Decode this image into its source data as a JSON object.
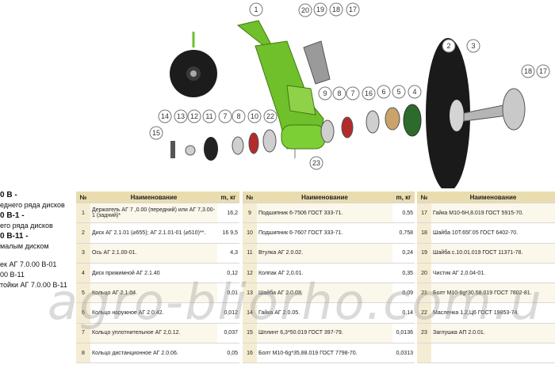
{
  "left_labels": [
    "0 В -",
    "еднего ряда дисков",
    "0 В-1 -",
    "его ряда дисков",
    "0 В-11 -",
    "малым диском",
    "ек АГ 7.0.00 В-01",
    "00 В-11",
    "тойки АГ 7.0.00 В-11"
  ],
  "table_headers": {
    "num": "№",
    "name": "Наименование",
    "mass": "m, кг"
  },
  "parts_col1": [
    {
      "num": "1",
      "name": "Держатель АГ 7 ,0.00 (передний) или АГ 7,3.00-1 (задний)*",
      "mass": "16,2"
    },
    {
      "num": "2",
      "name": "Диск АГ 2.1.01 (⌀655); АГ 2.1.01-01 (⌀510)**.",
      "mass": "16 9,5"
    },
    {
      "num": "3",
      "name": "Ось АГ 2.1.00-01.",
      "mass": "4,3"
    },
    {
      "num": "4",
      "name": "Диск прижимной АГ 2.1.40",
      "mass": "0,12"
    },
    {
      "num": "5",
      "name": "Кольцо АГ 2,1.04.",
      "mass": "0,01"
    },
    {
      "num": "6",
      "name": "Кольцо наружное АГ 2.0.42.",
      "mass": "0,012"
    },
    {
      "num": "7",
      "name": "Кольцо уплотнительное АГ 2,0.12.",
      "mass": "0,037"
    },
    {
      "num": "8",
      "name": "Кольцо дистанционное АГ 2.0.06.",
      "mass": "0,05"
    }
  ],
  "parts_col2": [
    {
      "num": "9",
      "name": "Подшипник 6-7506 ГОСТ 333-71.",
      "mass": "0,55"
    },
    {
      "num": "10",
      "name": "Подшипник 6-7607 ГОСТ 333-71.",
      "mass": "0,758"
    },
    {
      "num": "11",
      "name": "Втулка АГ 2.0.02.",
      "mass": "0,24"
    },
    {
      "num": "12",
      "name": "Колпак АГ 2,0.01.",
      "mass": "0,35"
    },
    {
      "num": "13",
      "name": "Шайба АГ 2.0.03.",
      "mass": "0,09"
    },
    {
      "num": "14",
      "name": "Гайка АГ 2.0.05.",
      "mass": "0,14"
    },
    {
      "num": "15",
      "name": "Шплинт 6,3*50.019 ГОСТ 397-79.",
      "mass": "0,0136"
    },
    {
      "num": "16",
      "name": "Болт М10-6g*35,88.019 ГОСТ 7798-70.",
      "mass": "0,0313"
    }
  ],
  "parts_col3": [
    {
      "num": "17",
      "name": "Гайка М10-6Н,8.019 ГОСТ 5915-70."
    },
    {
      "num": "18",
      "name": "Шайба 10Т.65Г.05 ГОСТ 6402-70."
    },
    {
      "num": "19",
      "name": "Шайба с.10.01.019 ГОСТ 11371-78."
    },
    {
      "num": "20",
      "name": "Чистик АГ 2,0.04-01."
    },
    {
      "num": "21",
      "name": "Болт М10-6g*30.58.019 ГОСТ 7802-81."
    },
    {
      "num": "22",
      "name": "Масленка 1,2,Ц6 ГОСТ 19853-74."
    },
    {
      "num": "23",
      "name": "Заглушка АП 2.0.01."
    },
    {
      "num": "",
      "name": ""
    }
  ],
  "callouts": [
    "1",
    "20",
    "19",
    "18",
    "17",
    "2",
    "3",
    "18",
    "17",
    "14",
    "13",
    "12",
    "11",
    "7",
    "8",
    "10",
    "22",
    "9",
    "8",
    "7",
    "16",
    "6",
    "5",
    "4",
    "15",
    "23"
  ],
  "watermark": "agro-bliorho.com.u",
  "colors": {
    "holder_green": "#6fc02a",
    "header_bg": "#e9dcae",
    "disc": "#1a1a1a"
  }
}
